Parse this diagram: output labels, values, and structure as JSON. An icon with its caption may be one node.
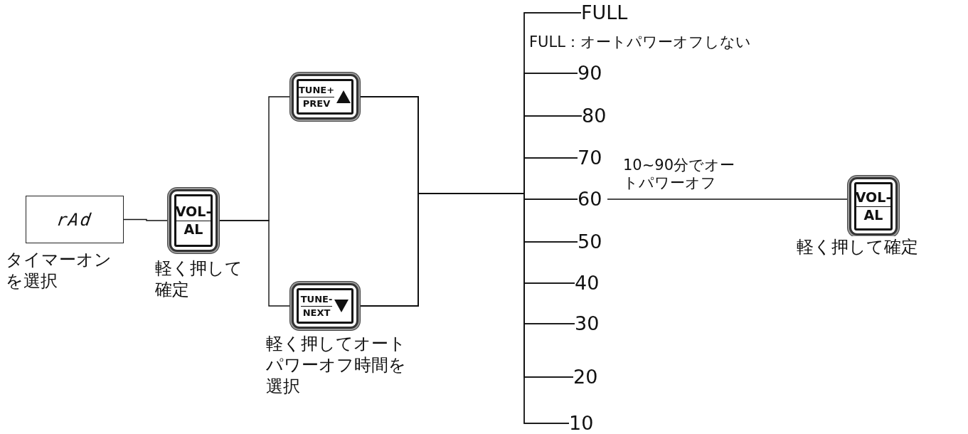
{
  "diagram": {
    "nodes": [
      {
        "text": [
          "rAd"
        ],
        "beside": [
          "タイマーオンを選択"
        ]
      },
      {
        "text": [
          "VOL-",
          "AL"
        ],
        "beside": [
          "軽く押して確定"
        ]
      },
      {
        "text": [
          "TUNE+",
          "PREV"
        ]
      },
      {
        "text": [
          "TUNE-",
          "NEXT"
        ],
        "beside": [
          "軽く押してオートパワーオフ時間を選択"
        ]
      },
      {
        "text": [
          "FULL"
        ],
        "beside": [
          "FULL：オートパワーオフしない"
        ]
      },
      {
        "text": [
          "90"
        ]
      },
      {
        "text": [
          "80"
        ]
      },
      {
        "text": [
          "70"
        ]
      },
      {
        "text": [
          "60"
        ]
      },
      {
        "text": [
          "50"
        ]
      },
      {
        "text": [
          "40"
        ]
      },
      {
        "text": [
          "30"
        ]
      },
      {
        "text": [
          "20"
        ]
      },
      {
        "text": [
          "10"
        ]
      },
      {
        "text": [
          "VOL-",
          "AL"
        ],
        "beside": [
          "軽く押して確定"
        ]
      }
    ],
    "edges": [
      {
        "from": 0,
        "to": 1,
        "arrow": "none"
      },
      {
        "from": 1,
        "to": 2,
        "arrow": "none"
      },
      {
        "from": 1,
        "to": 3,
        "arrow": "none"
      },
      {
        "from": 2,
        "to": 4,
        "arrow": "none"
      },
      {
        "from": 2,
        "to": 5,
        "arrow": "none"
      },
      {
        "from": 2,
        "to": 6,
        "arrow": "none"
      },
      {
        "from": 2,
        "to": 7,
        "arrow": "none"
      },
      {
        "from": 2,
        "to": 8,
        "arrow": "none"
      },
      {
        "from": 2,
        "to": 9,
        "arrow": "none"
      },
      {
        "from": 2,
        "to": 10,
        "arrow": "none"
      },
      {
        "from": 2,
        "to": 11,
        "arrow": "none"
      },
      {
        "from": 2,
        "to": 12,
        "arrow": "none"
      },
      {
        "from": 2,
        "to": 13,
        "arrow": "none"
      },
      {
        "from": 3,
        "to": 4,
        "arrow": "none"
      },
      {
        "from": 3,
        "to": 5,
        "arrow": "none"
      },
      {
        "from": 3,
        "to": 6,
        "arrow": "none"
      },
      {
        "from": 3,
        "to": 7,
        "arrow": "none"
      },
      {
        "from": 3,
        "to": 8,
        "arrow": "none"
      },
      {
        "from": 3,
        "to": 9,
        "arrow": "none"
      },
      {
        "from": 3,
        "to": 10,
        "arrow": "none"
      },
      {
        "from": 3,
        "to": 11,
        "arrow": "none"
      },
      {
        "from": 3,
        "to": 12,
        "arrow": "none"
      },
      {
        "from": 3,
        "to": 13,
        "arrow": "none"
      },
      {
        "from": 8,
        "to": 14,
        "arrow": "none",
        "label": "10~90分でオートパワーオフ"
      }
    ]
  }
}
